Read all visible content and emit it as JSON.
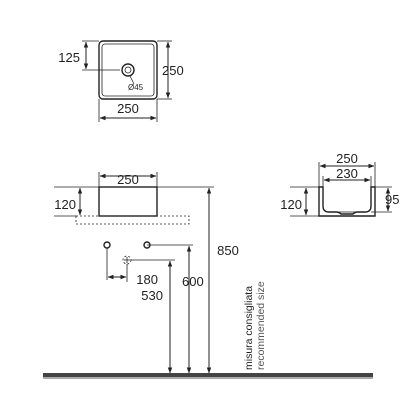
{
  "drawing": {
    "top_view": {
      "width_label": "250",
      "depth_label": "250",
      "offset_label": "125",
      "drain_label": "Ø45"
    },
    "front_view": {
      "width_label": "250",
      "height_label": "120",
      "bowl_to_floor_label": "850",
      "tap_height_label": "600",
      "waste_height_label": "530",
      "tap_waste_offset_label": "180"
    },
    "section_view": {
      "outer_width_label": "250",
      "inner_width_label": "230",
      "height_label": "120",
      "inner_depth_label": "95"
    },
    "note": {
      "line1": "misura consigliata",
      "line2": "recommended size"
    },
    "colors": {
      "line": "#222222",
      "floor": "#444444"
    }
  }
}
